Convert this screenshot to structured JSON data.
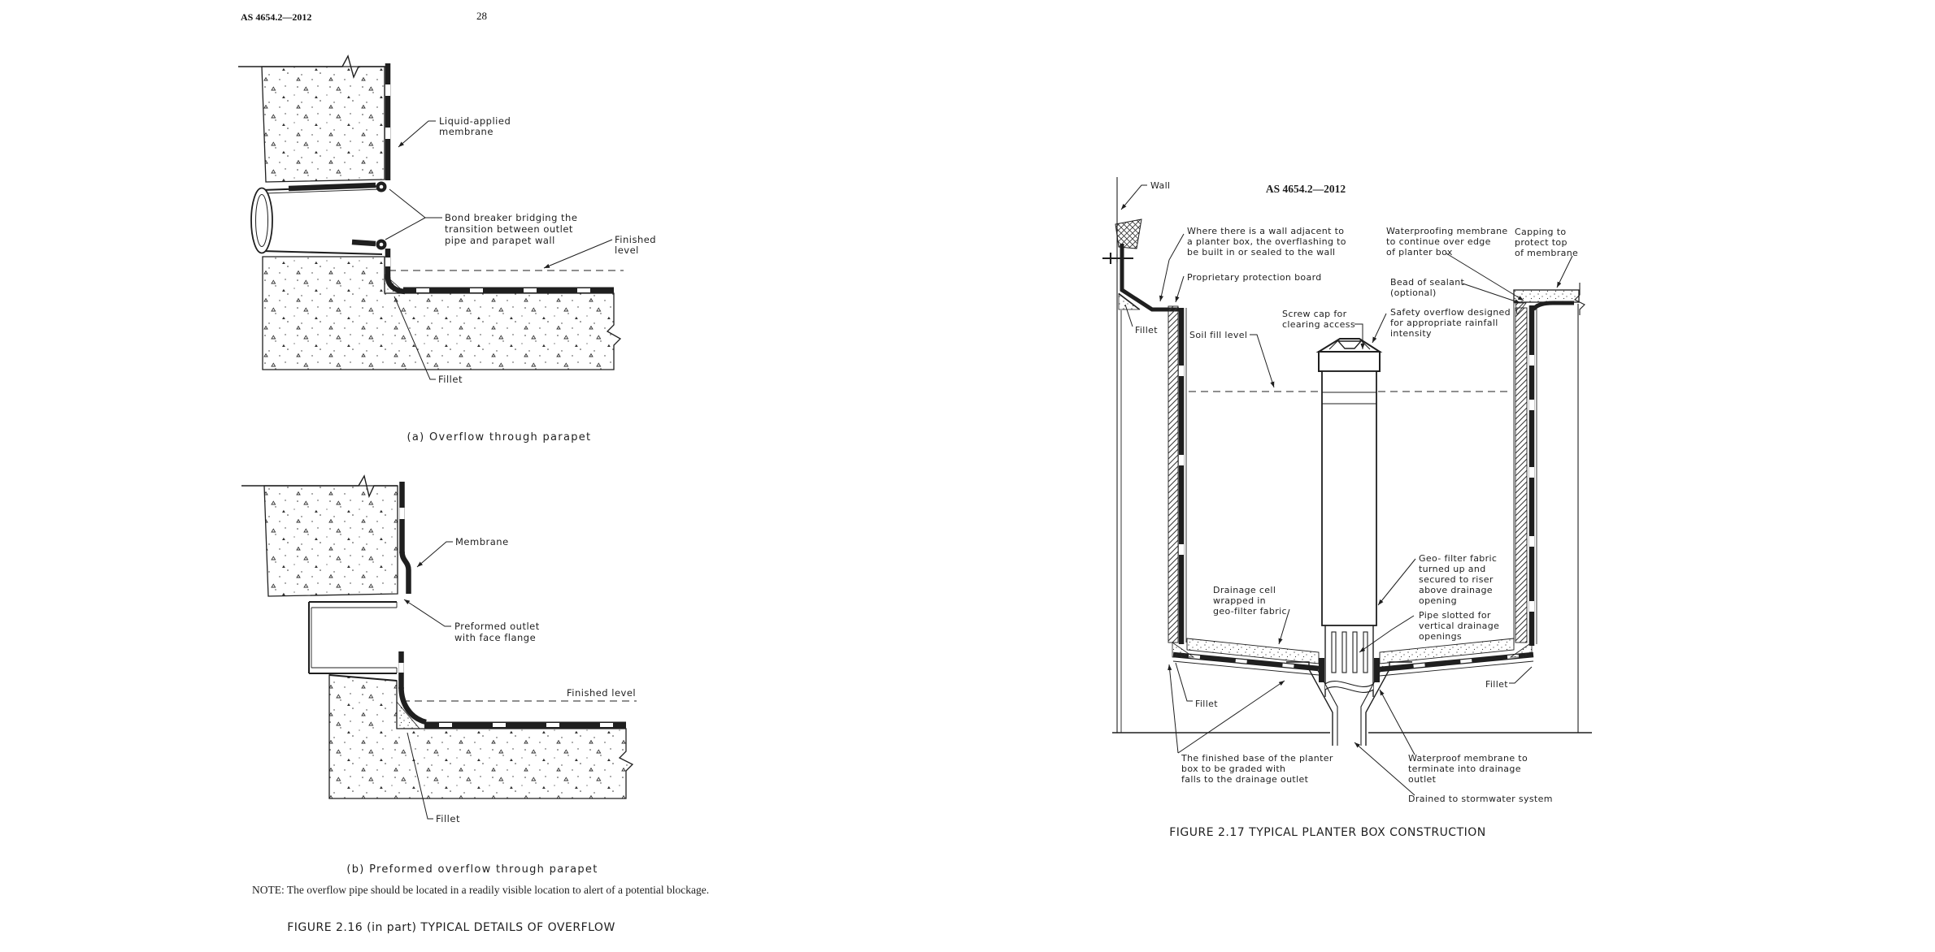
{
  "colors": {
    "ink": "#1f1f1f",
    "paper": "#ffffff"
  },
  "document": {
    "page_left": {
      "header_code": "AS 4654.2—2012",
      "page_number": "28"
    },
    "page_right": {
      "header_code": "AS 4654.2—2012"
    }
  },
  "fig216": {
    "caption_a": "(a) Overflow through parapet",
    "caption_b": "(b) Preformed overflow through parapet",
    "note": "NOTE:  The overflow pipe should be located in a readily visible location to alert of a potential blockage.",
    "title": "FIGURE  2.16  (in part)   TYPICAL DETAILS OF OVERFLOW",
    "labels_a": {
      "liquid_applied_membrane": [
        "Liquid-applied",
        "membrane"
      ],
      "bond_breaker": [
        "Bond breaker bridging the",
        "transition between outlet",
        "pipe and parapet wall"
      ],
      "finished_level": [
        "Finished",
        "level"
      ],
      "fillet": "Fillet"
    },
    "labels_b": {
      "membrane": "Membrane",
      "preformed_outlet": [
        "Preformed outlet",
        "with face flange"
      ],
      "finished_level": "Finished level",
      "fillet": "Fillet"
    }
  },
  "fig217": {
    "title": "FIGURE  2.17   TYPICAL PLANTER BOX CONSTRUCTION",
    "labels": {
      "wall": "Wall",
      "overflashing": [
        "Where there is a wall adjacent to",
        "a planter box, the overflashing to",
        "be built in or sealed to the wall"
      ],
      "waterproofing_membrane": [
        "Waterproofing membrane",
        "to continue over edge",
        "of planter box"
      ],
      "capping": [
        "Capping to",
        "protect top",
        "of membrane"
      ],
      "protection_board": "Proprietary protection board",
      "bead_of_sealant": [
        "Bead of sealant",
        "(optional)"
      ],
      "screw_cap": [
        "Screw cap for",
        "clearing access"
      ],
      "safety_overflow": [
        "Safety overflow designed",
        "for appropriate rainfall",
        "intensity"
      ],
      "soil_fill_level": "Soil fill level",
      "fillet_top_left": "Fillet",
      "drainage_cell": [
        "Drainage cell",
        "wrapped in",
        "geo-filter fabric"
      ],
      "geo_filter_fabric": [
        "Geo- filter fabric",
        "turned up and",
        "secured to riser",
        "above drainage",
        "opening"
      ],
      "pipe_slotted": [
        "Pipe slotted for",
        "vertical drainage",
        "openings"
      ],
      "fillet_bottom_left": "Fillet",
      "fillet_bottom_right": "Fillet",
      "finished_base": [
        "The finished base of the planter",
        "box to be graded with",
        "falls to the drainage outlet"
      ],
      "membrane_terminate": [
        "Waterproof membrane to",
        "terminate into drainage",
        "outlet"
      ],
      "drained_stormwater": "Drained to stormwater system"
    }
  }
}
